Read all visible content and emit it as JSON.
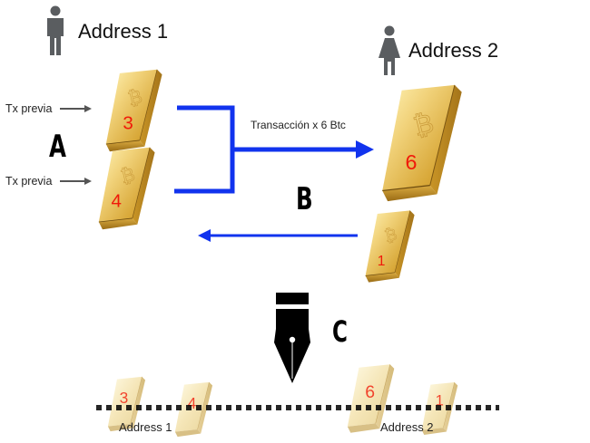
{
  "address1": {
    "label": "Address 1",
    "icon": "male-person-icon"
  },
  "address2": {
    "label": "Address 2",
    "icon": "female-person-icon"
  },
  "inputs": [
    {
      "label": "Tx previa",
      "value": "3"
    },
    {
      "label": "Tx previa",
      "value": "4"
    }
  ],
  "outputs": [
    {
      "value": "6"
    },
    {
      "value": "1"
    }
  ],
  "transaction_label": "Transacción x 6 Btc",
  "step_labels": {
    "a": "A",
    "b": "B",
    "c": "C"
  },
  "ledger": {
    "address1_label": "Address 1",
    "address2_label": "Address 2",
    "bars": [
      "3",
      "4",
      "6",
      "1"
    ]
  },
  "colors": {
    "arrow": "#1133ee",
    "number": "#f01a0a",
    "gold": "#e4b84a",
    "person": "#5a5d60"
  }
}
